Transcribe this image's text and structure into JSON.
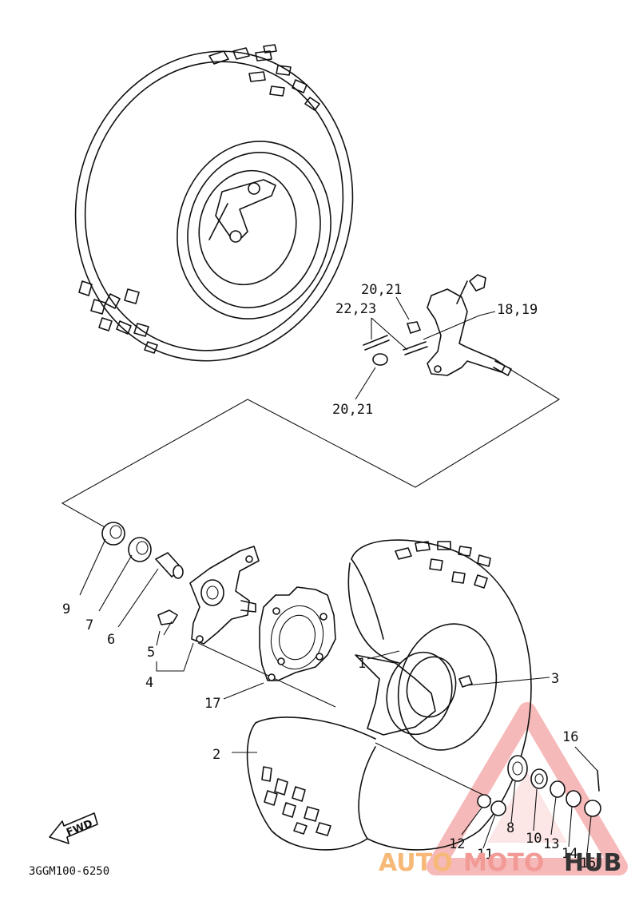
{
  "labels": {
    "l1": "1",
    "l2": "2",
    "l3": "3",
    "l4": "4",
    "l5": "5",
    "l6": "6",
    "l7": "7",
    "l8": "8",
    "l9": "9",
    "l10": "10",
    "l11": "11",
    "l12": "12",
    "l13": "13",
    "l14": "14",
    "l15": "15",
    "l16": "16",
    "l17": "17",
    "l18_19": "18,19",
    "l20_21_top": "20,21",
    "l20_21_bottom": "20,21",
    "l22_23": "22,23"
  },
  "fwd_arrow": "FWD",
  "diagram_code": "3GGM100-6250",
  "watermark": {
    "part1": "AUTO",
    "part2": "MOTO",
    "part3": "HUB",
    "colors": {
      "part1": "#f7b977",
      "part2": "#f29a96",
      "part3": "#333333",
      "triangle": "#f08080"
    }
  }
}
